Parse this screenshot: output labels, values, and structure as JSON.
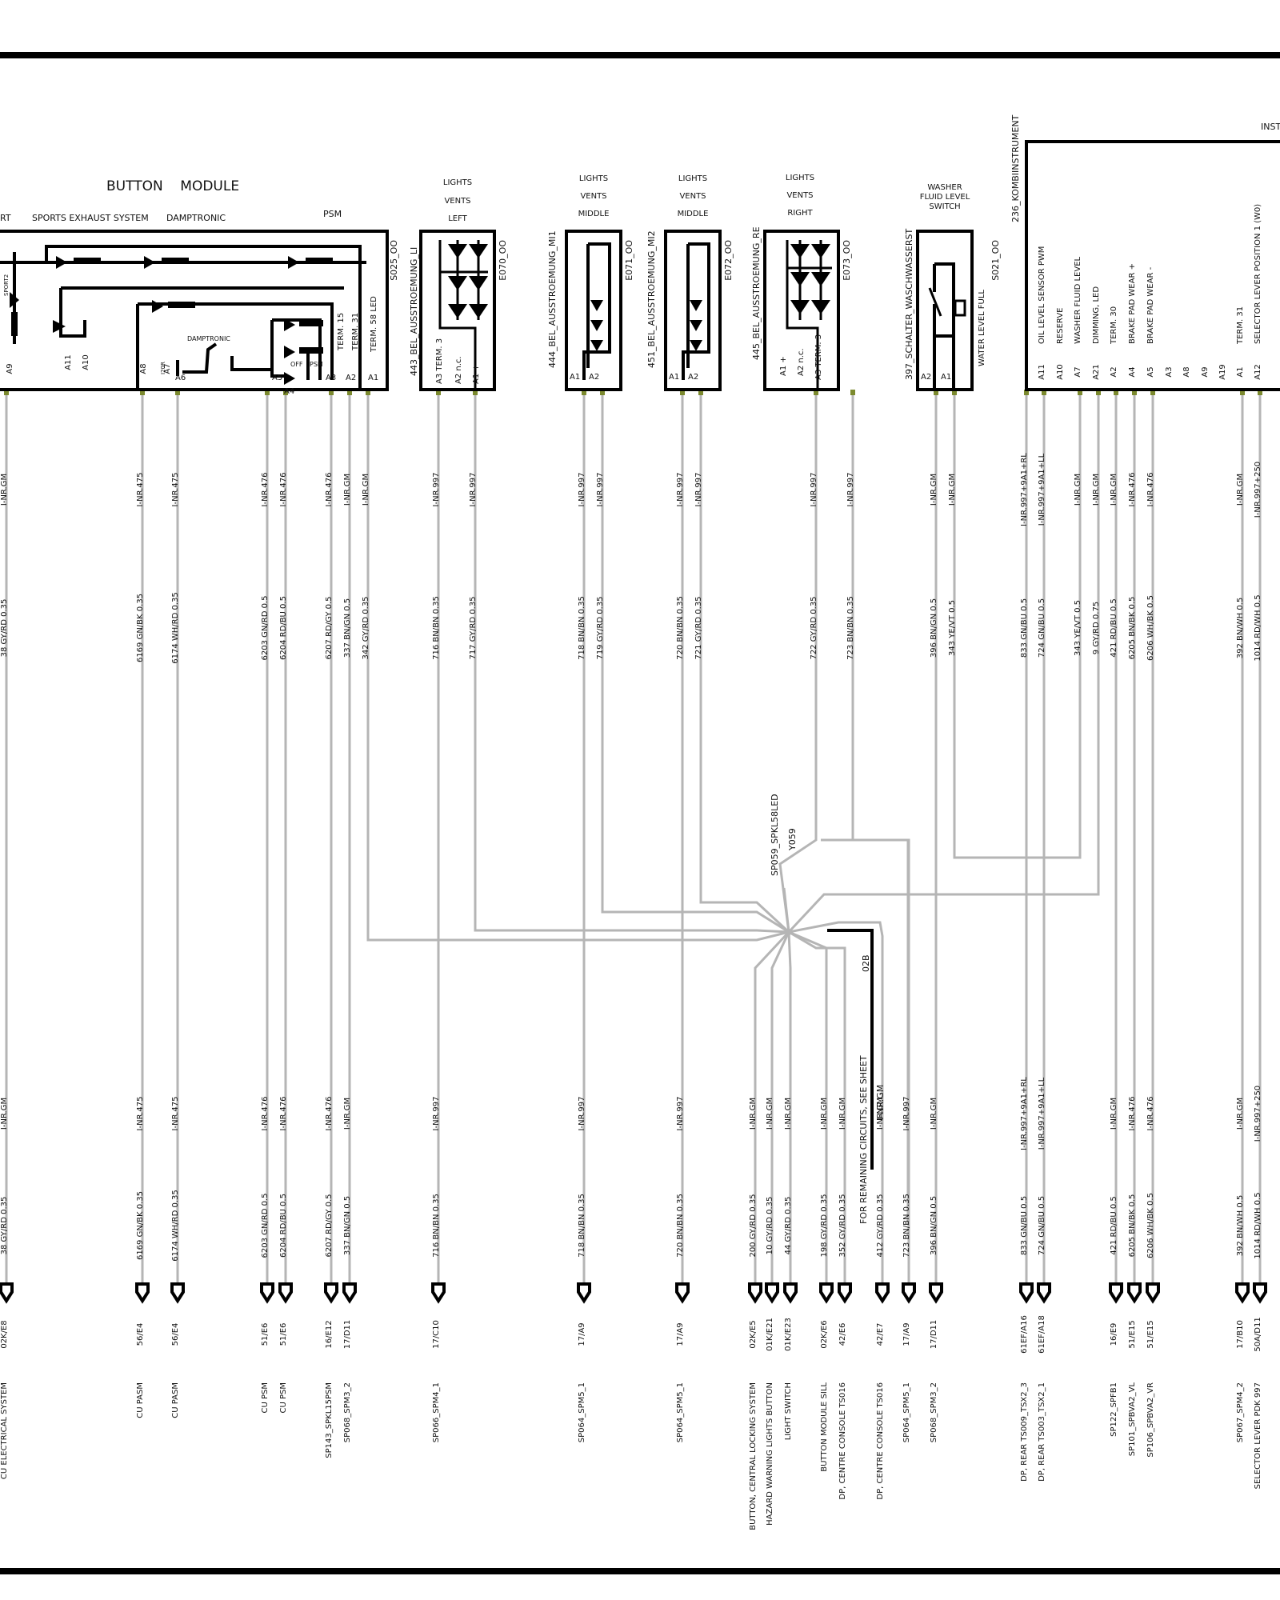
{
  "title_right": "INST",
  "button_module": {
    "title": "BUTTON    MODULE",
    "sections": [
      "RT",
      "SPORTS EXHAUST SYSTEM",
      "DAMPTRONIC",
      "PSM"
    ],
    "id": "S025_OO",
    "sport_label": "SPORT2",
    "damptronic_label": "DAMPTRONIC",
    "i20r": "I20R",
    "off": "OFF",
    "psm": "PSM",
    "term15": "TERM. 15",
    "term31": "TERM. 31",
    "term58": "TERM. 58 LED",
    "pins": [
      "A9",
      "A11",
      "A10",
      "A8",
      "A7",
      "A6",
      "A5",
      "A4",
      "A3",
      "A2",
      "A1"
    ]
  },
  "light_left": {
    "head": [
      "LIGHTS",
      "VENTS",
      "LEFT"
    ],
    "name": "443_BEL_AUSSTROEMUNG_LI",
    "id": "E070_OO",
    "pins": [
      "A3 TERM. 3",
      "A2  n.c.",
      "A1  +"
    ]
  },
  "light_mi1": {
    "head": [
      "LIGHTS",
      "VENTS",
      "MIDDLE"
    ],
    "name": "444_BEL_AUSSTROEMUNG_MI1",
    "id": "E071_OO",
    "pins": [
      "A1",
      "A2"
    ]
  },
  "light_mi2": {
    "head": [
      "LIGHTS",
      "VENTS",
      "MIDDLE"
    ],
    "name": "451_BEL_AUSSTROEMUNG_MI2",
    "id": "E072_OO",
    "pins": [
      "A1",
      "A2"
    ]
  },
  "light_right": {
    "head": [
      "LIGHTS",
      "VENTS",
      "RIGHT"
    ],
    "name": "445_BEL_AUSSTROEMUNG_RE",
    "id": "E073_OO",
    "pins": [
      "A1  +",
      "A2  n.c.",
      "A3 TERM. 3"
    ]
  },
  "washer": {
    "head": [
      "WASHER",
      "FLUID LEVEL",
      "SWITCH"
    ],
    "name": "397_SCHALTER_WASCHWASSERST",
    "id": "S021_OO",
    "label": "WATER LEVEL FULL",
    "pins": [
      "A2",
      "A1"
    ]
  },
  "instrument": {
    "name": "236_KOMBIINSTRUMENT",
    "labels": [
      "OIL LEVEL SENSOR    PWM",
      "RESERVE",
      "WASHER FLUID LEVEL",
      "DIMMING, LED",
      "TERM. 30",
      "BRAKE PAD WEAR +",
      "BRAKE PAD WEAR -",
      "",
      "",
      "",
      "",
      "TERM. 31",
      "SELECTOR LEVER    POSITION    1 (W0)"
    ],
    "pins": [
      "A11",
      "A10",
      "A7",
      "A21",
      "A2",
      "A4",
      "A5",
      "A3",
      "A8",
      "A9",
      "A19",
      "A1",
      "A12"
    ]
  },
  "splice": {
    "name": "SP059_SPKL58LED",
    "id": "Y059"
  },
  "sheet_note": {
    "text": "FOR REMAINING CIRCUITS, SEE SHEET",
    "code": "02B"
  },
  "columns": [
    {
      "upper_nr": "I-NR.GM",
      "upper_wire": "38 GY/RD 0.35",
      "lower_nr": "I-NR.GM",
      "lower_wire": "38 GY/RD 0.35",
      "conn": "02K/E8",
      "dest": "CU ELECTRICAL SYSTEM"
    },
    {
      "upper_nr": "I-NR.475",
      "upper_wire": "6169 GN/BK 0.35",
      "lower_nr": "I-NR.475",
      "lower_wire": "6169 GN/BK 0.35",
      "conn": "56/E4",
      "dest": "CU PASM"
    },
    {
      "upper_nr": "I-NR.475",
      "upper_wire": "6174 WH/RD 0.35",
      "lower_nr": "I-NR.475",
      "lower_wire": "6174 WH/RD 0.35",
      "conn": "56/E4",
      "dest": "CU PASM"
    },
    {
      "upper_nr": "I-NR.476",
      "upper_wire": "6203 GN/RD 0.5",
      "lower_nr": "I-NR.476",
      "lower_wire": "6203 GN/RD 0.5",
      "conn": "51/E6",
      "dest": "CU PSM"
    },
    {
      "upper_nr": "I-NR.476",
      "upper_wire": "6204 RD/BU 0.5",
      "lower_nr": "I-NR.476",
      "lower_wire": "6204 RD/BU 0.5",
      "conn": "51/E6",
      "dest": "CU PSM"
    },
    {
      "upper_nr": "I-NR.476",
      "upper_wire": "6207 RD/GY 0.5",
      "lower_nr": "I-NR.476",
      "lower_wire": "6207 RD/GY 0.5",
      "conn": "16/E12",
      "dest": "SP143_SPKL15PSM"
    },
    {
      "upper_nr": "I-NR.GM",
      "upper_wire": "337 BN/GN 0.5",
      "lower_nr": "I-NR.GM",
      "lower_wire": "337 BN/GN 0.5",
      "conn": "17/D11",
      "dest": "SP068_SPM3_2"
    },
    {
      "upper_nr": "I-NR.GM",
      "upper_wire": "342 GY/RD 0.35"
    },
    {
      "upper_nr": "I-NR.997",
      "upper_wire": "716 BN/BN 0.35",
      "lower_nr": "I-NR.997",
      "lower_wire": "716 BN/BN 0.35",
      "conn": "17/C10",
      "dest": "SP066_SPM4_1"
    },
    {
      "upper_nr": "I-NR.997",
      "upper_wire": "717 GY/RD 0.35"
    },
    {
      "upper_nr": "I-NR.997",
      "upper_wire": "718 BN/BN 0.35",
      "lower_nr": "I-NR.997",
      "lower_wire": "718 BN/BN 0.35",
      "conn": "17/A9",
      "dest": "SP064_SPM5_1"
    },
    {
      "upper_nr": "I-NR.997",
      "upper_wire": "719 GY/RD 0.35"
    },
    {
      "upper_nr": "I-NR.997",
      "upper_wire": "720 BN/BN 0.35",
      "lower_nr": "I-NR.997",
      "lower_wire": "720 BN/BN 0.35",
      "conn": "17/A9",
      "dest": "SP064_SPM5_1"
    },
    {
      "upper_nr": "I-NR.997",
      "upper_wire": "721 GY/RD 0.35"
    },
    {
      "lower_nr": "I-NR.GM",
      "lower_wire": "200 GY/RD 0.35",
      "conn": "02K/E5",
      "dest": "BUTTON, CENTRAL LOCKING SYSTEM"
    },
    {
      "lower_nr": "I-NR.GM",
      "lower_wire": "10 GY/RD 0.35",
      "conn": "01K/E21",
      "dest": "HAZARD WARNING LIGHTS  BUTTON"
    },
    {
      "lower_nr": "I-NR.GM",
      "lower_wire": "44 GY/RD 0.35",
      "conn": "01K/E23",
      "dest": "LIGHT SWITCH"
    },
    {
      "upper_nr": "I-NR.997",
      "upper_wire": "722 GY/RD 0.35"
    },
    {
      "upper_nr": "I-NR.997",
      "upper_wire": "723 BN/BN 0.35"
    },
    {
      "lower_nr": "I-NR.GM",
      "lower_wire": "198 GY/RD 0.35",
      "conn": "02K/E6",
      "dest": "BUTTON   MODULE    SILL"
    },
    {
      "lower_nr": "I-NR.GM",
      "lower_wire": "352 GY/RD 0.35",
      "conn": "42/E6",
      "dest": "DP, CENTRE CONSOLE   TS016"
    },
    {
      "lower_nr": "I-NR.GM",
      "lower_wire": "412 GY/RD 0.35",
      "conn": "42/E7",
      "dest": "DP, CENTRE CONSOLE   TS016"
    },
    {
      "lower_nr": "I-NR.997",
      "lower_wire": "723 BN/BN 0.35",
      "conn": "17/A9",
      "dest": "SP064_SPM5_1"
    },
    {
      "upper_nr": "I-NR.GM",
      "upper_wire": "396 BN/GN 0.5",
      "lower_nr": "I-NR.GM",
      "lower_wire": "396 BN/GN 0.5",
      "conn": "17/D11",
      "dest": "SP068_SPM3_2"
    },
    {
      "upper_nr": "I-NR.GM",
      "upper_wire": "343 YE/VT 0.5"
    },
    {
      "upper_nr": "I-NR.997+9A1+RL",
      "upper_wire": "833 GN/BU 0.5",
      "lower_nr": "I-NR.997+9A1+RL",
      "lower_wire": "833 GN/BU 0.5",
      "conn": "61EF/A16",
      "dest": "DP, REAR   TS009_TSX2_3"
    },
    {
      "upper_nr": "I-NR.997+9A1+LL",
      "upper_wire": "724 GN/BU 0.5",
      "lower_nr": "I-NR.997+9A1+LL",
      "lower_wire": "724 GN/BU 0.5",
      "conn": "61EF/A18",
      "dest": "DP, REAR   TS003_TSX2_1"
    },
    {
      "upper_nr": "I-NR.GM",
      "upper_wire": "343 YE/VT 0.5"
    },
    {
      "upper_nr": "I-NR.GM",
      "upper_wire": "9 GY/RD 0.75"
    },
    {
      "upper_nr": "I-NR.GM",
      "upper_wire": "421 RD/BU 0.5",
      "lower_nr": "I-NR.GM",
      "lower_wire": "421 RD/BU 0.5",
      "conn": "16/E9",
      "dest": "SP122_SPFB1"
    },
    {
      "upper_nr": "I-NR.476",
      "upper_wire": "6205 BN/BK 0.5",
      "lower_nr": "I-NR.476",
      "lower_wire": "6205 BN/BK 0.5",
      "conn": "51/E15",
      "dest": "SP101_SPBVA2_VL"
    },
    {
      "upper_nr": "I-NR.476",
      "upper_wire": "6206 WH/BK 0.5",
      "lower_nr": "I-NR.476",
      "lower_wire": "6206 WH/BK 0.5",
      "conn": "51/E15",
      "dest": "SP106_SPBVA2_VR"
    },
    {
      "upper_nr": "I-NR.GM",
      "upper_wire": "392 BN/WH 0.5",
      "lower_nr": "I-NR.GM",
      "lower_wire": "392 BN/WH 0.5",
      "conn": "17/B10",
      "dest": "SP067_SPM4_2"
    },
    {
      "upper_nr": "I-NR.997+250",
      "upper_wire": "1014 RD/WH 0.5",
      "lower_nr": "I-NR.997+250",
      "lower_wire": "1014 RD/WH 0.5",
      "conn": "50A/D11",
      "dest": "SELECTOR LEVER   PDK 997"
    }
  ]
}
